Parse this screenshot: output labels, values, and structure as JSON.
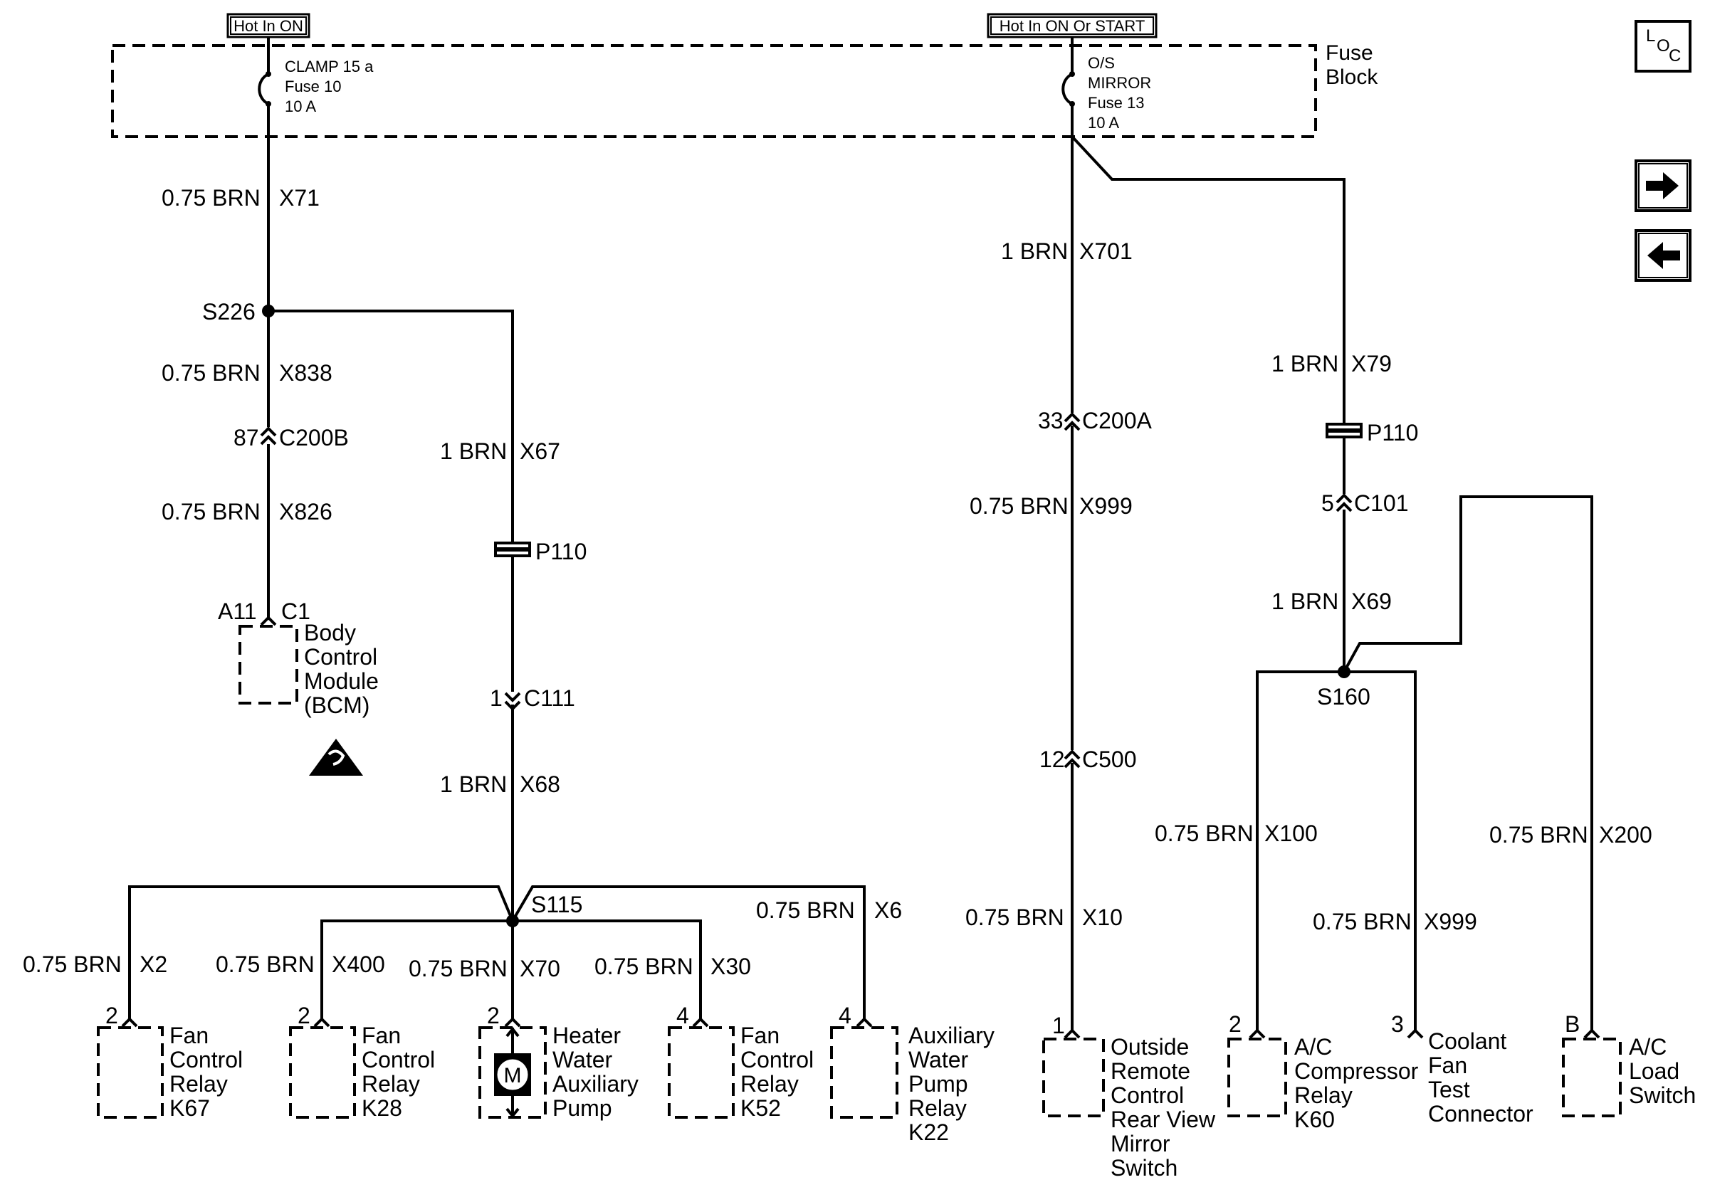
{
  "power": {
    "hot1": "Hot In ON",
    "hot2": "Hot In ON Or START",
    "fuse_block": [
      "Fuse",
      "Block"
    ],
    "fuse10": [
      "CLAMP 15 a",
      "Fuse 10",
      "10 A"
    ],
    "fuse13": [
      "O/S",
      "MIRROR",
      "Fuse 13",
      "10 A"
    ]
  },
  "nav": {
    "loc_l": "L",
    "loc_o": "O",
    "loc_c": "C"
  },
  "wires": {
    "x71": [
      "0.75 BRN",
      "X71"
    ],
    "x838": [
      "0.75 BRN",
      "X838"
    ],
    "x826": [
      "0.75 BRN",
      "X826"
    ],
    "x67": [
      "1 BRN",
      "X67"
    ],
    "x68": [
      "1 BRN",
      "X68"
    ],
    "x2": [
      "0.75 BRN",
      "X2"
    ],
    "x400": [
      "0.75 BRN",
      "X400"
    ],
    "x70": [
      "0.75 BRN",
      "X70"
    ],
    "x30": [
      "0.75 BRN",
      "X30"
    ],
    "x6": [
      "0.75 BRN",
      "X6"
    ],
    "x701": [
      "1 BRN",
      "X701"
    ],
    "x999a": [
      "0.75 BRN",
      "X999"
    ],
    "x10": [
      "0.75 BRN",
      "X10"
    ],
    "x79": [
      "1 BRN",
      "X79"
    ],
    "x69": [
      "1 BRN",
      "X69"
    ],
    "x100": [
      "0.75 BRN",
      "X100"
    ],
    "x999b": [
      "0.75 BRN",
      "X999"
    ],
    "x200": [
      "0.75 BRN",
      "X200"
    ]
  },
  "splices": {
    "s226": "S226",
    "s115": "S115",
    "s160": "S160"
  },
  "connectors": {
    "c200b": [
      "87",
      "C200B"
    ],
    "c111": [
      "1",
      "C111"
    ],
    "c200a": [
      "33",
      "C200A"
    ],
    "c500": [
      "12",
      "C500"
    ],
    "c101": [
      "5",
      "C101"
    ],
    "p110a": "P110",
    "p110b": "P110",
    "bcm_pins": [
      "A11",
      "C1"
    ]
  },
  "components": {
    "bcm": [
      "Body",
      "Control",
      "Module",
      "(BCM)"
    ],
    "k67": {
      "pin": "2",
      "lines": [
        "Fan",
        "Control",
        "Relay",
        "K67"
      ]
    },
    "k28": {
      "pin": "2",
      "lines": [
        "Fan",
        "Control",
        "Relay",
        "K28"
      ]
    },
    "pump": {
      "pin": "2",
      "lines": [
        "Heater",
        "Water",
        "Auxiliary",
        "Pump"
      ],
      "motor": "M"
    },
    "k52": {
      "pin": "4",
      "lines": [
        "Fan",
        "Control",
        "Relay",
        "K52"
      ]
    },
    "k22": {
      "pin": "4",
      "lines": [
        "Auxiliary",
        "Water",
        "Pump",
        "Relay",
        "K22"
      ]
    },
    "mirror": {
      "pin": "1",
      "lines": [
        "Outside",
        "Remote",
        "Control",
        "Rear View",
        "Mirror",
        "Switch"
      ]
    },
    "k60": {
      "pin": "2",
      "lines": [
        "A/C",
        "Compressor",
        "Relay",
        "K60"
      ]
    },
    "coolant": {
      "pin": "3",
      "lines": [
        "Coolant",
        "Fan",
        "Test",
        "Connector"
      ]
    },
    "acload": {
      "pin": "B",
      "lines": [
        "A/C",
        "Load",
        "Switch"
      ]
    }
  }
}
